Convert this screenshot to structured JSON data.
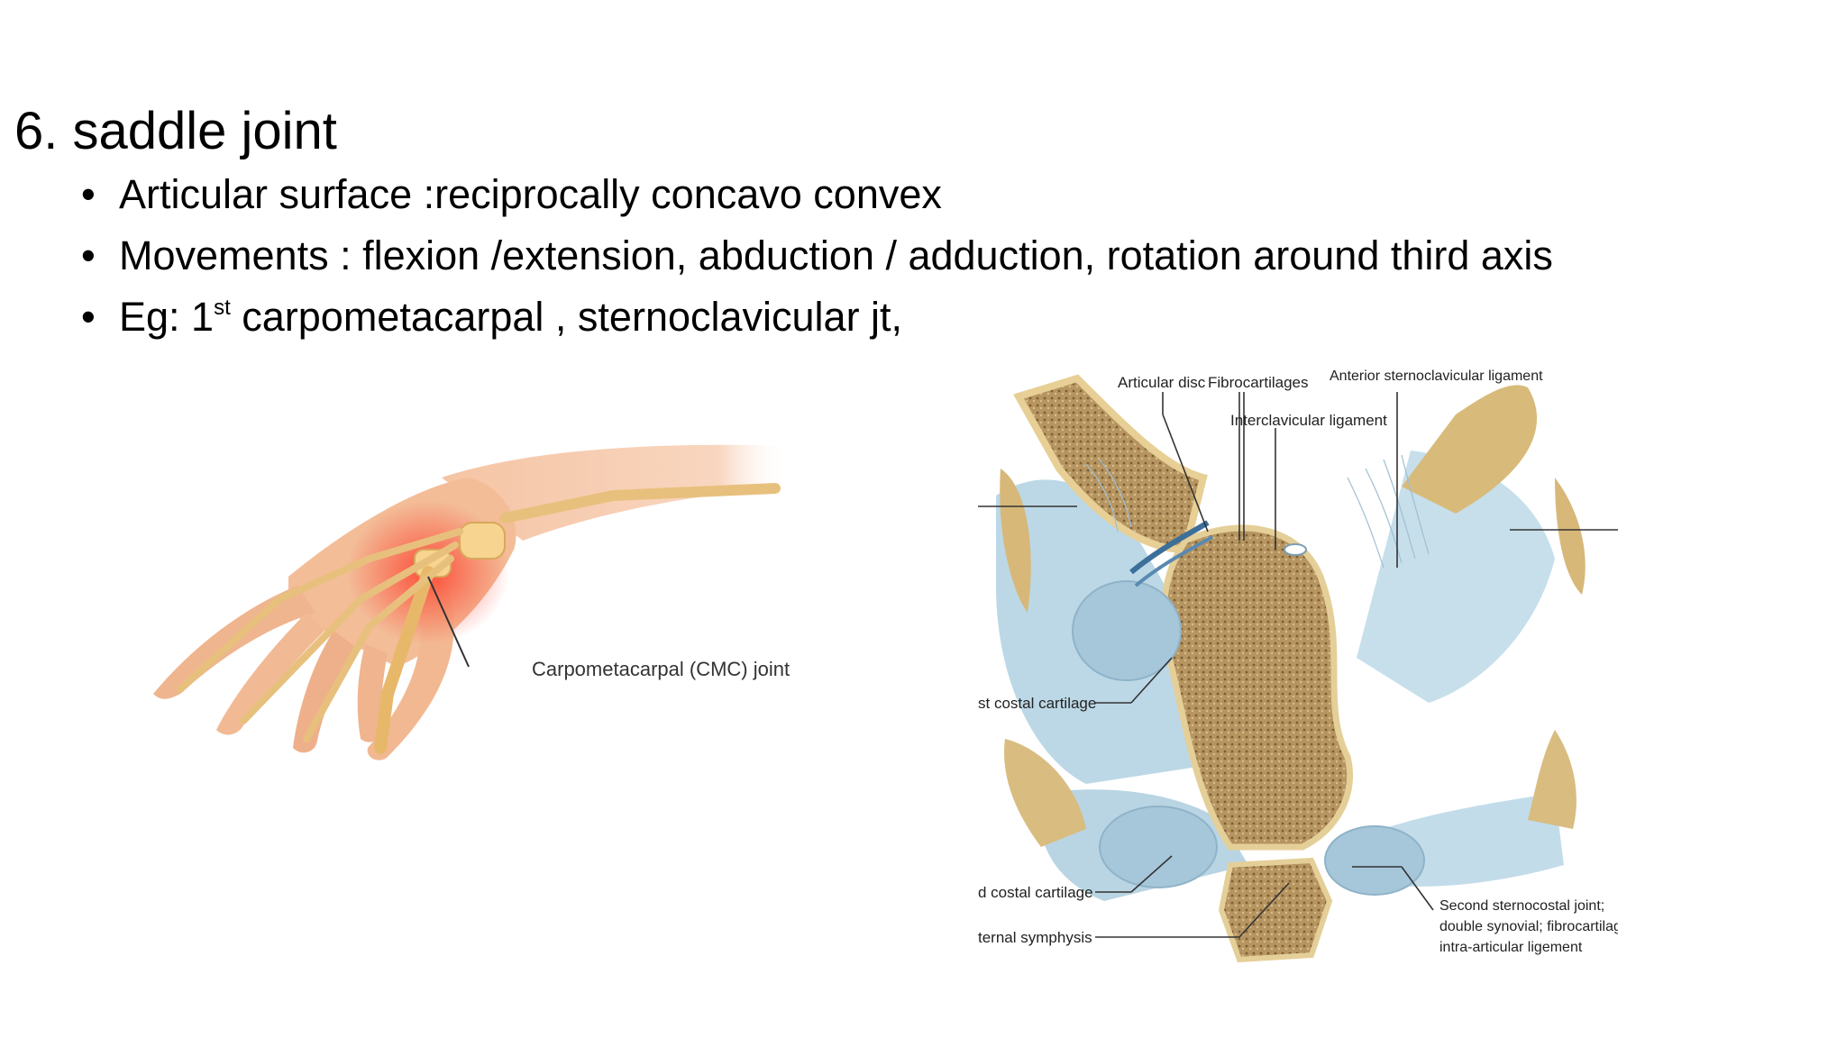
{
  "slide": {
    "title": "6. saddle joint",
    "bullets": [
      {
        "text": "Articular surface :reciprocally  concavo convex"
      },
      {
        "text": "Movements : flexion /extension, abduction / adduction,  rotation around third axis"
      },
      {
        "pre": "Eg: 1",
        "sup": "st",
        "post": " carpometacarpal , sternoclavicular jt,"
      }
    ]
  },
  "figure_hand": {
    "label": "Carpometacarpal (CMC) joint"
  },
  "figure_sterno": {
    "labels": {
      "articular_disc": "Articular disc",
      "fibrocartilages": "Fibrocartilages",
      "anterior_ligament": "Anterior sternoclavicular ligament",
      "interclavicular": "Interclavicular ligament",
      "first_costal": "st costal cartilage",
      "second_costal": "d costal cartilage",
      "sternal_symphysis": "ternal symphysis",
      "second_joint_1": "Second sternocostal joint;",
      "second_joint_2": "double synovial; fibrocartilag",
      "second_joint_3": "intra-articular ligement"
    }
  }
}
